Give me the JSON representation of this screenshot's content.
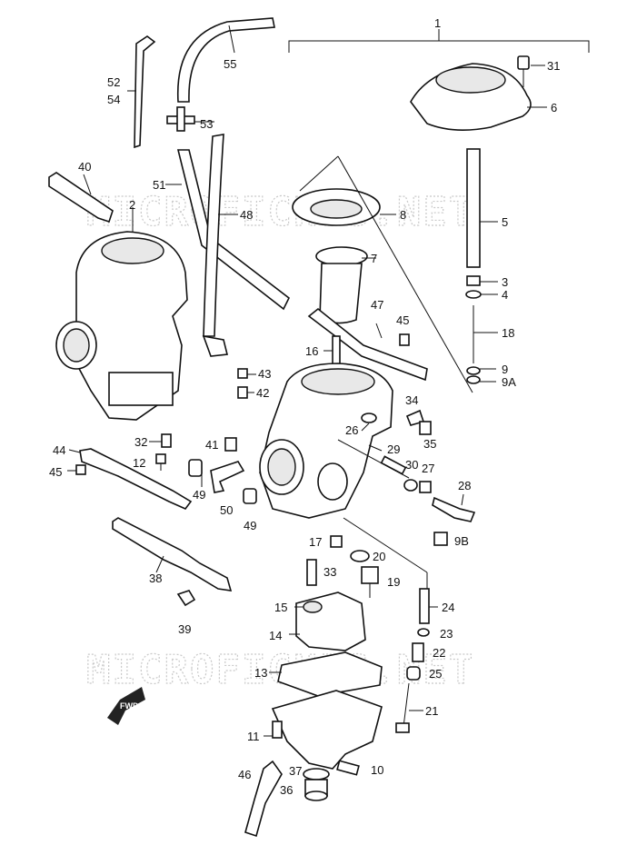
{
  "watermarks": [
    "MICROFICHES.NET",
    "MICROFICHES.NET"
  ],
  "fwd_label": "FWD",
  "callouts": [
    {
      "id": "c1",
      "label": "1"
    },
    {
      "id": "c31",
      "label": "31"
    },
    {
      "id": "c6",
      "label": "6"
    },
    {
      "id": "c52",
      "label": "52"
    },
    {
      "id": "c54",
      "label": "54"
    },
    {
      "id": "c55",
      "label": "55"
    },
    {
      "id": "c53",
      "label": "53"
    },
    {
      "id": "c40",
      "label": "40"
    },
    {
      "id": "c51",
      "label": "51"
    },
    {
      "id": "c2",
      "label": "2"
    },
    {
      "id": "c48",
      "label": "48"
    },
    {
      "id": "c8",
      "label": "8"
    },
    {
      "id": "c5",
      "label": "5"
    },
    {
      "id": "c7",
      "label": "7"
    },
    {
      "id": "c3",
      "label": "3"
    },
    {
      "id": "c4",
      "label": "4"
    },
    {
      "id": "c47",
      "label": "47"
    },
    {
      "id": "c45a",
      "label": "45"
    },
    {
      "id": "c18",
      "label": "18"
    },
    {
      "id": "c16",
      "label": "16"
    },
    {
      "id": "c9",
      "label": "9"
    },
    {
      "id": "c9A",
      "label": "9A"
    },
    {
      "id": "c43",
      "label": "43"
    },
    {
      "id": "c42",
      "label": "42"
    },
    {
      "id": "c34",
      "label": "34"
    },
    {
      "id": "c26",
      "label": "26"
    },
    {
      "id": "c35",
      "label": "35"
    },
    {
      "id": "c32",
      "label": "32"
    },
    {
      "id": "c41",
      "label": "41"
    },
    {
      "id": "c29",
      "label": "29"
    },
    {
      "id": "c44",
      "label": "44"
    },
    {
      "id": "c30",
      "label": "30"
    },
    {
      "id": "c27",
      "label": "27"
    },
    {
      "id": "c12",
      "label": "12"
    },
    {
      "id": "c45b",
      "label": "45"
    },
    {
      "id": "c28",
      "label": "28"
    },
    {
      "id": "c49a",
      "label": "49"
    },
    {
      "id": "c50",
      "label": "50"
    },
    {
      "id": "c49b",
      "label": "49"
    },
    {
      "id": "c17",
      "label": "17"
    },
    {
      "id": "c9B",
      "label": "9B"
    },
    {
      "id": "c20",
      "label": "20"
    },
    {
      "id": "c38",
      "label": "38"
    },
    {
      "id": "c33",
      "label": "33"
    },
    {
      "id": "c19",
      "label": "19"
    },
    {
      "id": "c15",
      "label": "15"
    },
    {
      "id": "c24",
      "label": "24"
    },
    {
      "id": "c39",
      "label": "39"
    },
    {
      "id": "c14",
      "label": "14"
    },
    {
      "id": "c23",
      "label": "23"
    },
    {
      "id": "c22",
      "label": "22"
    },
    {
      "id": "c13",
      "label": "13"
    },
    {
      "id": "c25",
      "label": "25"
    },
    {
      "id": "c21",
      "label": "21"
    },
    {
      "id": "c11",
      "label": "11"
    },
    {
      "id": "c10",
      "label": "10"
    },
    {
      "id": "c46",
      "label": "46"
    },
    {
      "id": "c37",
      "label": "37"
    },
    {
      "id": "c36",
      "label": "36"
    }
  ]
}
